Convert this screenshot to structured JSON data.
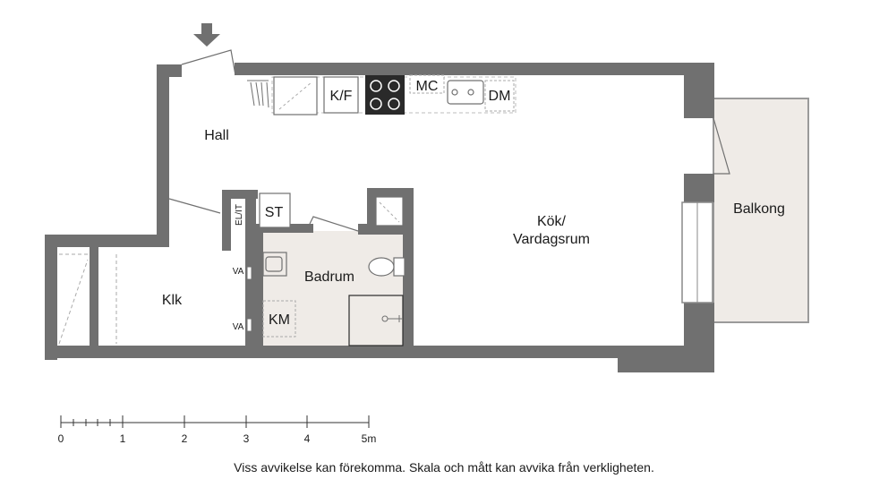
{
  "rooms": {
    "hall": "Hall",
    "kitchen_line1": "Kök/",
    "kitchen_line2": "Vardagsrum",
    "balcony": "Balkong",
    "bathroom": "Badrum",
    "closet": "Klk"
  },
  "fixtures": {
    "fridge": "K/F",
    "microwave": "MC",
    "dishwasher": "DM",
    "storage": "ST",
    "electrical": "EL/IT",
    "washer": "KM",
    "water_upper": "VA",
    "water_lower": "VA"
  },
  "scale": {
    "ticks": [
      "0",
      "1",
      "2",
      "3",
      "4",
      "5m"
    ]
  },
  "disclaimer": "Viss avvikelse kan förekomma. Skala och mått kan avvika från verkligheten.",
  "colors": {
    "wall": "#707070",
    "bathroom_floor": "#efebe7",
    "balcony_floor": "#efebe7",
    "stove": "#2a2a2a"
  }
}
